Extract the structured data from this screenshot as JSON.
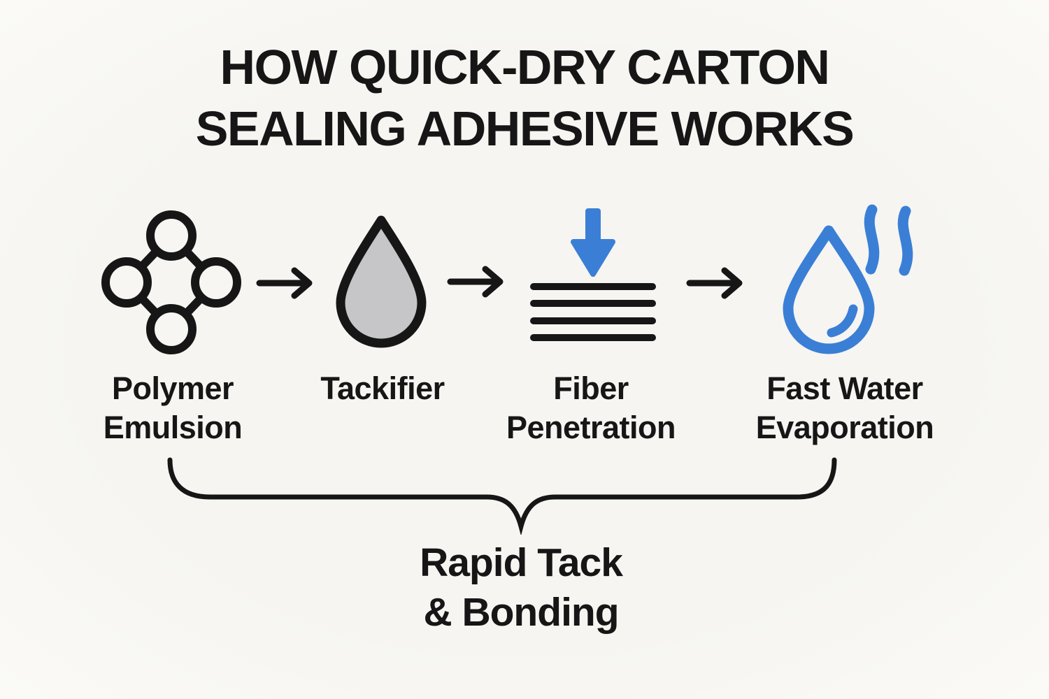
{
  "title": "HOW QUICK-DRY CARTON\nSEALING ADHESIVE WORKS",
  "steps": [
    {
      "label": "Polymer\nEmulsion",
      "icon": "polymer-emulsion-icon"
    },
    {
      "label": "Tackifier",
      "icon": "tackifier-drop-icon"
    },
    {
      "label": "Fiber\nPenetration",
      "icon": "fiber-penetration-icon"
    },
    {
      "label": "Fast Water\nEvaporation",
      "icon": "water-evaporation-icon"
    }
  ],
  "arrows": {
    "count": 3,
    "icon": "right-arrow-icon"
  },
  "brace": {
    "icon": "curly-brace-down"
  },
  "caption": "Rapid Tack\n& Bonding",
  "colors": {
    "ink": "#161616",
    "accent_blue": "#3a7fd5",
    "drop_gray": "#c6c6c8",
    "background": "#f7f6f2"
  }
}
